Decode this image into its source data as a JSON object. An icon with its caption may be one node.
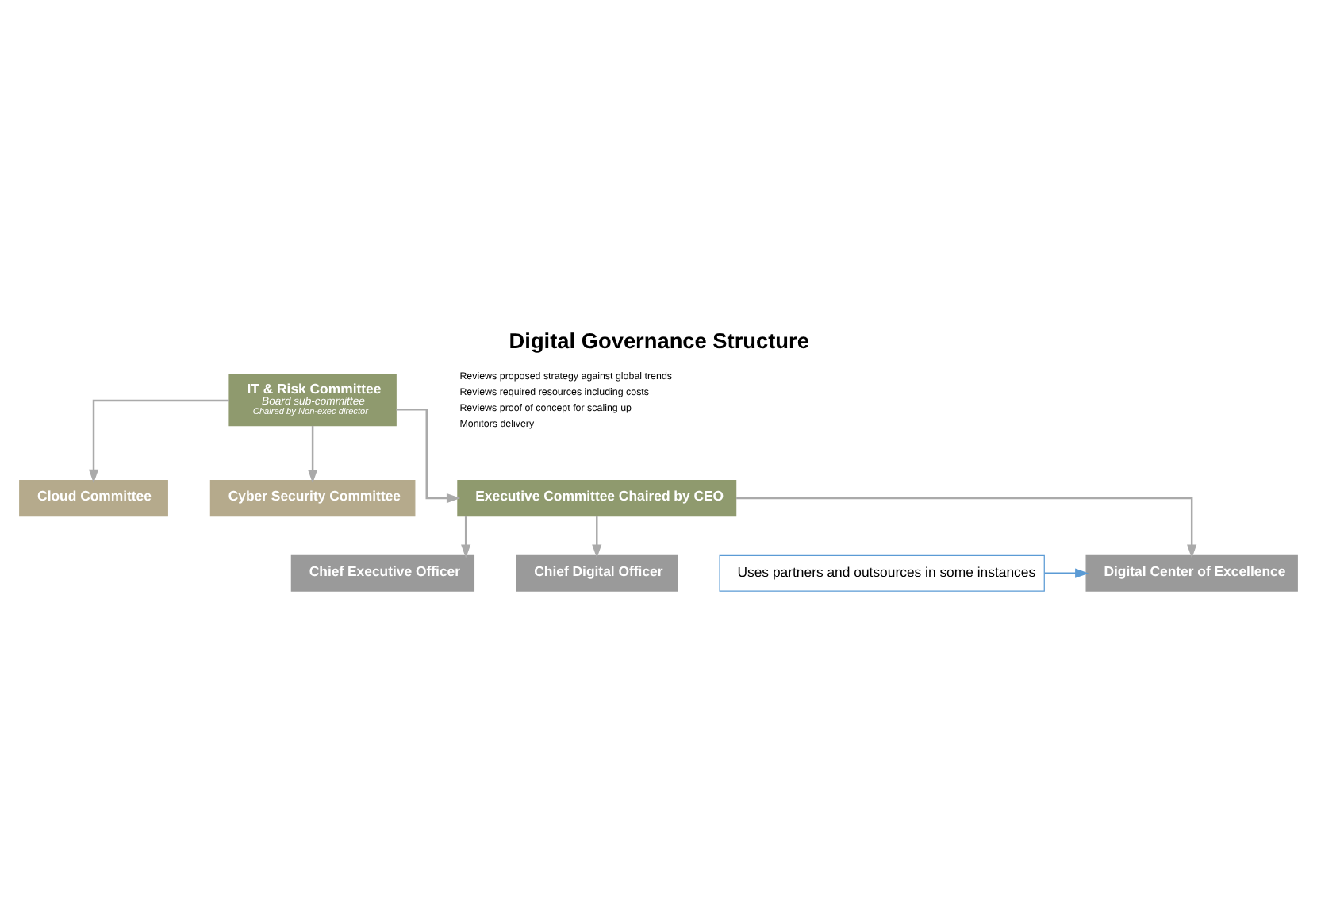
{
  "diagram": {
    "title": "Digital Governance Structure",
    "nodes": [
      {
        "text": [
          "IT & Risk Committee",
          "Board sub-committee",
          "Chaired by Non-exec director"
        ],
        "beside": [
          "Reviews proposed strategy against global trends",
          "Reviews required resources including costs",
          "Reviews proof of concept for scaling up",
          "Monitors delivery"
        ]
      },
      {
        "text": [
          "Cloud Committee"
        ]
      },
      {
        "text": [
          "Cyber Security Committee"
        ]
      },
      {
        "text": [
          "Executive Committee Chaired by CEO"
        ]
      },
      {
        "text": [
          "Chief Executive Officer"
        ]
      },
      {
        "text": [
          "Chief Digital Officer"
        ]
      },
      {
        "text": [
          "Digital Center of Excellence"
        ]
      },
      {
        "text": [
          "Uses partners and outsources in some instances"
        ]
      }
    ],
    "edges": [
      {
        "from": 0,
        "to": 1,
        "arrow": "to"
      },
      {
        "from": 0,
        "to": 2,
        "arrow": "to"
      },
      {
        "from": 0,
        "to": 3,
        "arrow": "to"
      },
      {
        "from": 3,
        "to": 4,
        "arrow": "to"
      },
      {
        "from": 3,
        "to": 5,
        "arrow": "to"
      },
      {
        "from": 3,
        "to": 6,
        "arrow": "to"
      },
      {
        "from": 7,
        "to": 6,
        "arrow": "to",
        "color": "#5b9bd5"
      }
    ]
  }
}
